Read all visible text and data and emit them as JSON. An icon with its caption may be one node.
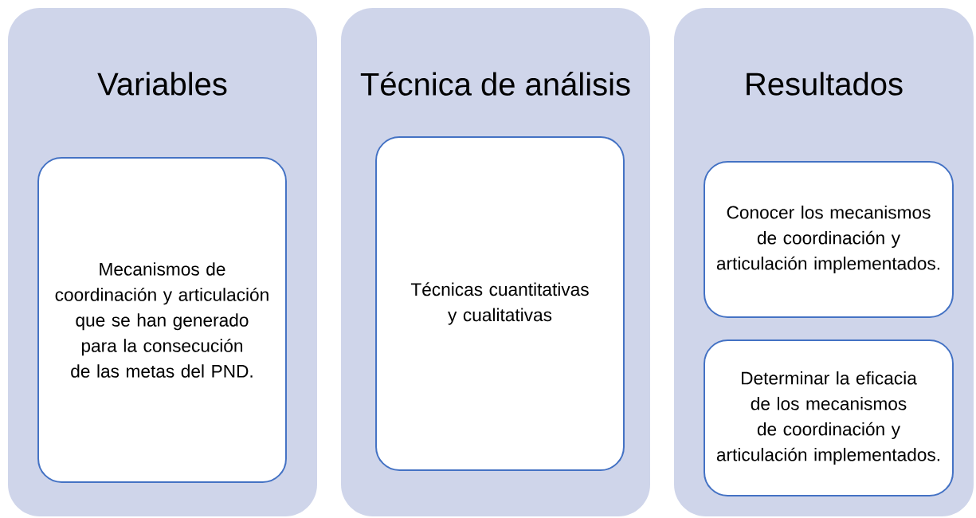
{
  "diagram": {
    "nodes": [
      {
        "text": [
          "Variables"
        ]
      },
      {
        "text": [
          "Mecanismos de coordinación y articulación que se han generado para la consecución de las metas del PND."
        ],
        "in": 0
      },
      {
        "text": [
          "Técnica de análisis"
        ]
      },
      {
        "text": [
          "Técnicas cuantitativas y cualitativas"
        ],
        "in": 2
      },
      {
        "text": [
          "Resultados"
        ]
      },
      {
        "text": [
          "Conocer los mecanismos de coordinación y articulación implementados."
        ],
        "in": 4
      },
      {
        "text": [
          "Determinar la eficacia de los mecanismos de coordinación y articulación implementados."
        ],
        "in": 4
      }
    ]
  }
}
